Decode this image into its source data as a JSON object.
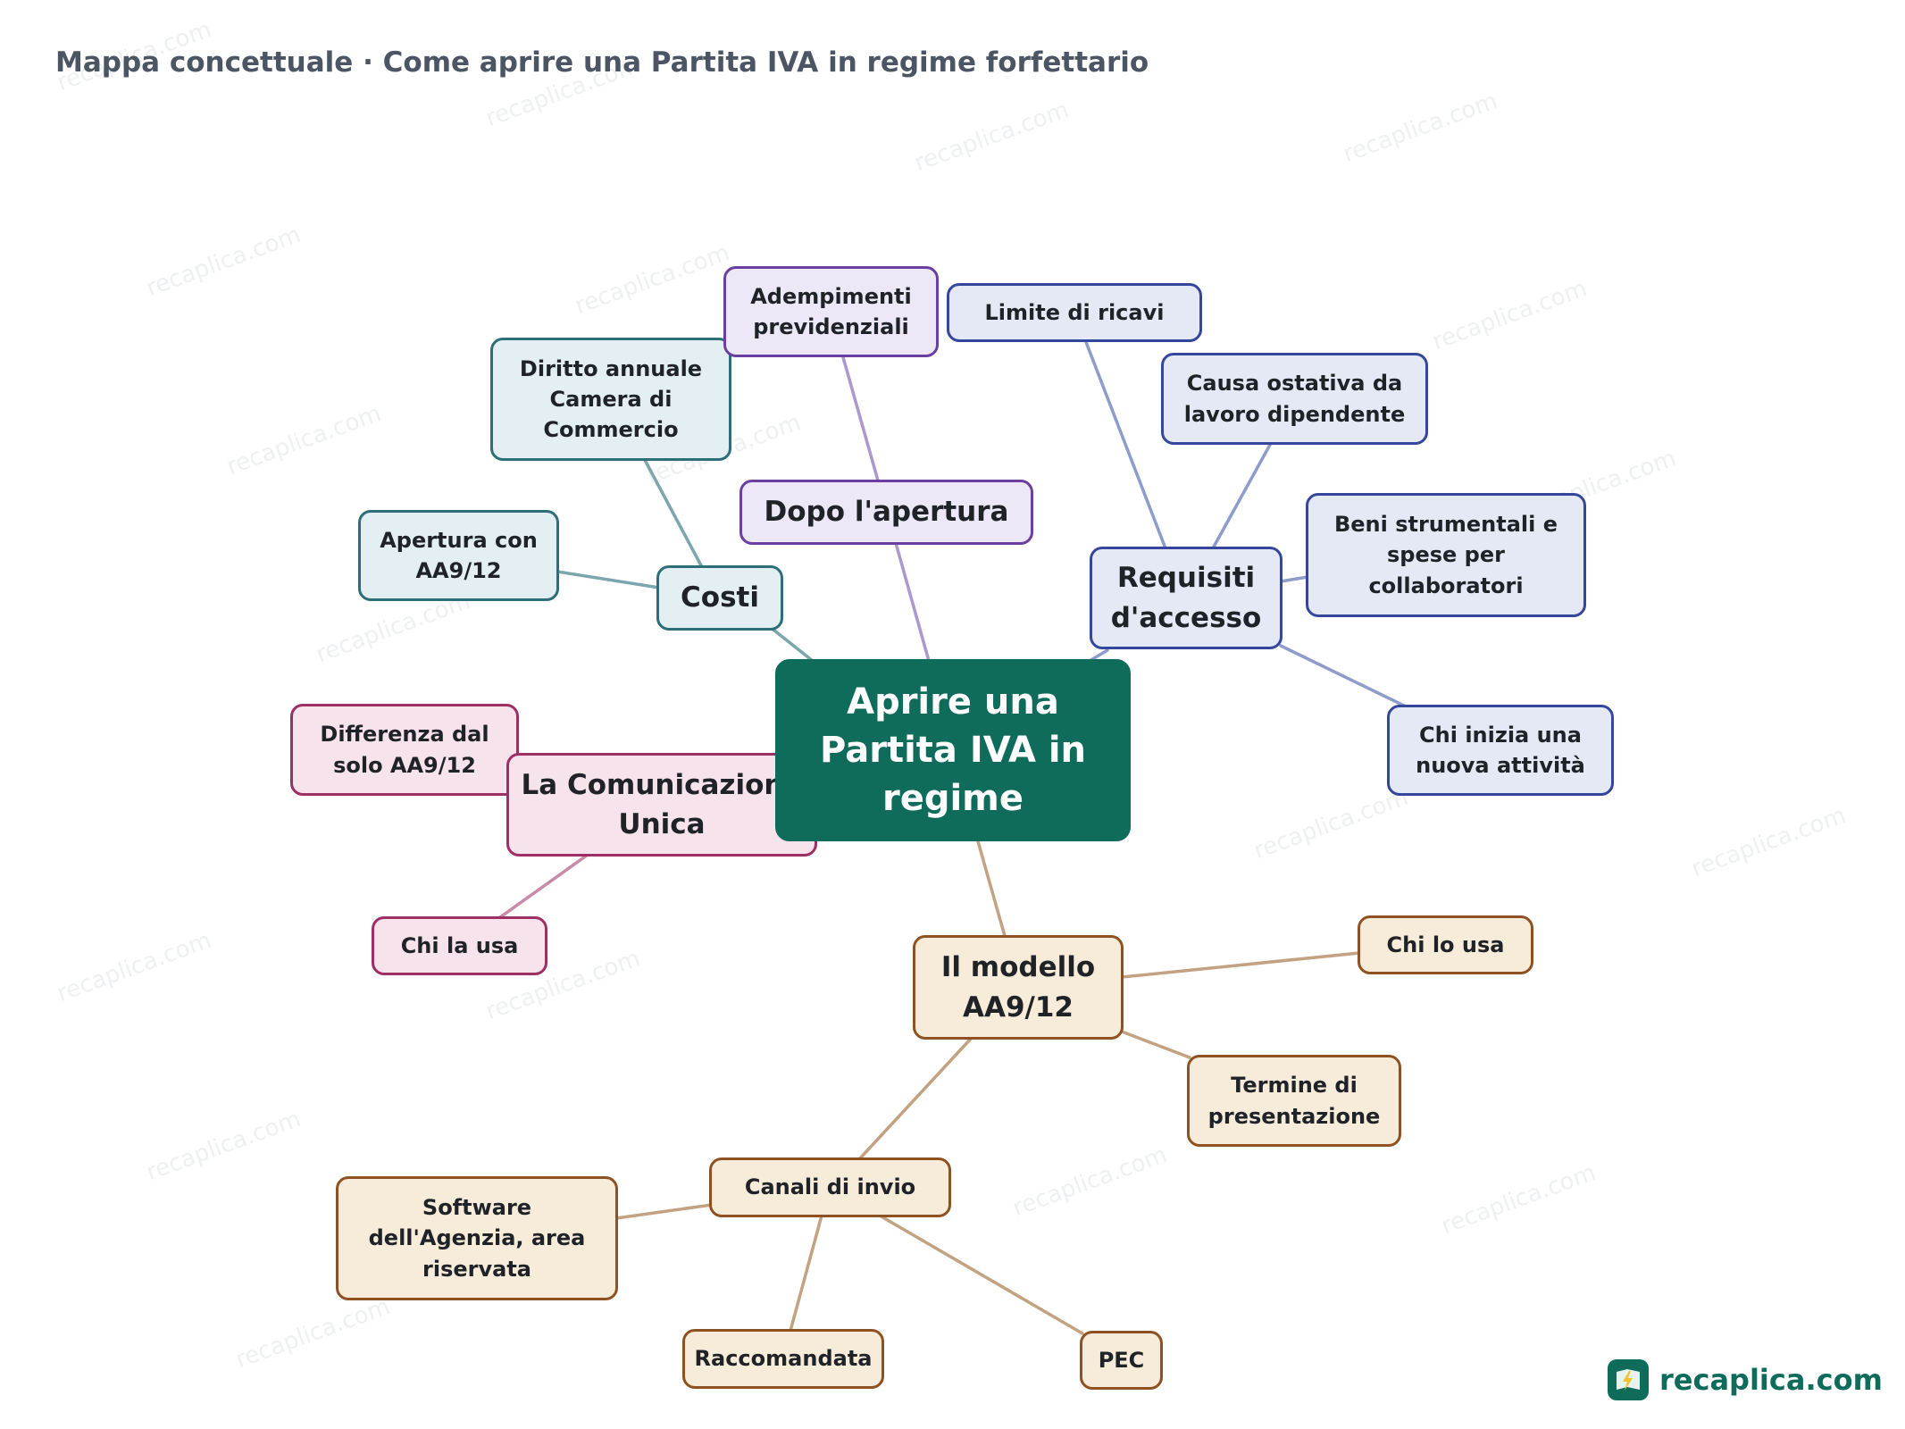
{
  "title": "Mappa concettuale · Come aprire una Partita IVA in regime forfettario",
  "watermark": "recaplica.com",
  "colors": {
    "center": "#0f6b5a",
    "costi": "#2d6e78",
    "dopo": "#6b3fa0",
    "requisiti": "#34479a",
    "comunicazione": "#9c2f64",
    "modello": "#8e5222"
  },
  "center": {
    "label": "Aprire una Partita IVA in regime"
  },
  "branches": {
    "costi": {
      "label": "Costi",
      "children": [
        "Diritto annuale Camera di Commercio",
        "Apertura con AA9/12"
      ]
    },
    "dopo": {
      "label": "Dopo l'apertura",
      "children": [
        "Adempimenti previdenziali"
      ]
    },
    "requisiti": {
      "label": "Requisiti d'accesso",
      "children": [
        "Limite di ricavi",
        "Causa ostativa da lavoro dipendente",
        "Beni strumentali e spese per collaboratori",
        "Chi inizia una nuova attività"
      ]
    },
    "comunicazione": {
      "label": "La Comunicazione Unica",
      "children": [
        "Differenza dal solo AA9/12",
        "Chi la usa"
      ]
    },
    "modello": {
      "label": "Il modello AA9/12",
      "children": [
        "Chi lo usa",
        "Termine di presentazione"
      ],
      "canali": {
        "label": "Canali di invio",
        "children": [
          "Software dell'Agenzia, area riservata",
          "Raccomandata",
          "PEC"
        ]
      }
    }
  },
  "logo": {
    "text": "recaplica.com",
    "icon": "lightning-book-icon"
  }
}
